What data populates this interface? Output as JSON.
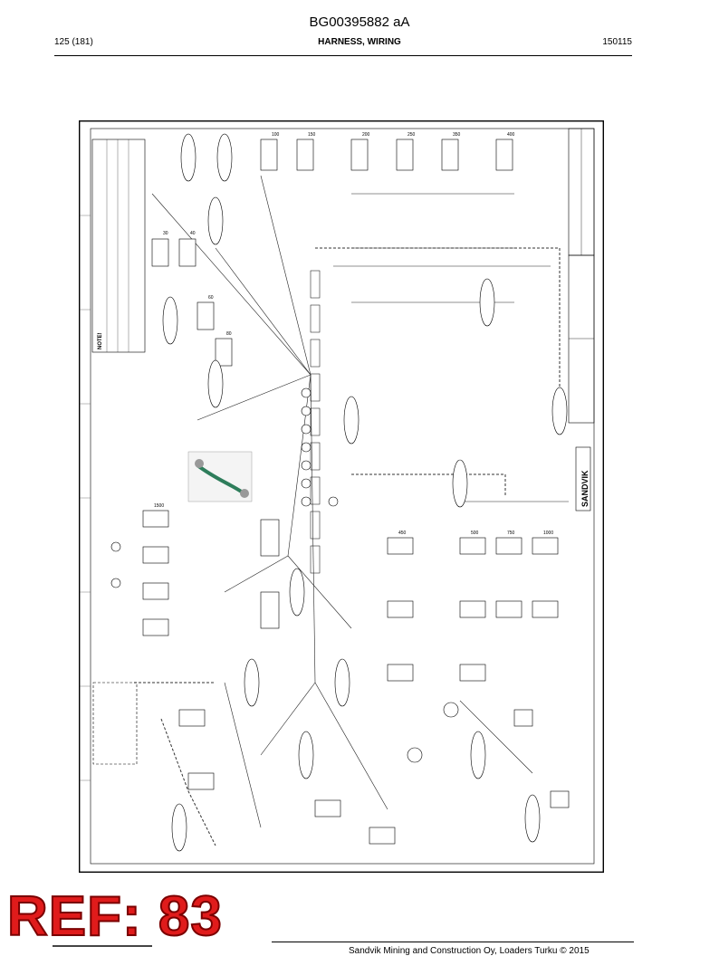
{
  "document": {
    "id": "BG00395882 aA",
    "page": "125 (181)",
    "section": "HARNESS, WIRING",
    "date_code": "150115"
  },
  "drawing": {
    "brand": "SANDVIK",
    "notes_heading": "NOTE!",
    "callout_numbers": [
      "30",
      "40",
      "60",
      "80",
      "100",
      "150",
      "200",
      "250",
      "350",
      "400",
      "450",
      "500",
      "750",
      "1000",
      "1500"
    ]
  },
  "stamp": {
    "label": "REF: 83",
    "color": "#e01b1b"
  },
  "footer": {
    "text": "Sandvik Mining and Construction Oy, Loaders Turku © 2015"
  }
}
